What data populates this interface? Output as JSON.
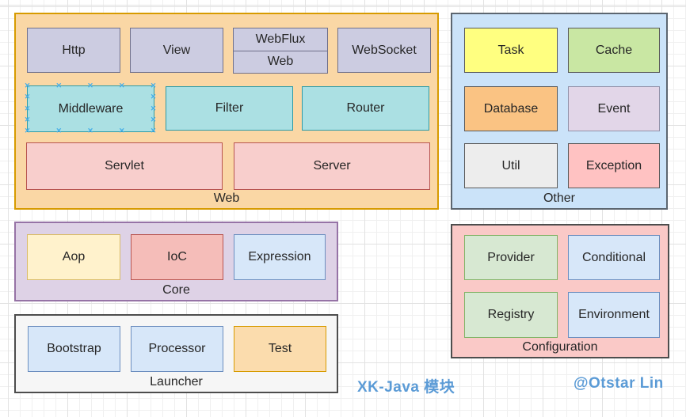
{
  "groups": {
    "web": {
      "label": "Web",
      "nodes": {
        "http": "Http",
        "view": "View",
        "webflux": "WebFlux",
        "web": "Web",
        "websocket": "WebSocket",
        "middleware": "Middleware",
        "filter": "Filter",
        "router": "Router",
        "servlet": "Servlet",
        "server": "Server"
      }
    },
    "other": {
      "label": "Other",
      "nodes": {
        "task": "Task",
        "cache": "Cache",
        "database": "Database",
        "event": "Event",
        "util": "Util",
        "exception": "Exception"
      }
    },
    "core": {
      "label": "Core",
      "nodes": {
        "aop": "Aop",
        "ioc": "IoC",
        "expression": "Expression"
      }
    },
    "launcher": {
      "label": "Launcher",
      "nodes": {
        "bootstrap": "Bootstrap",
        "processor": "Processor",
        "test": "Test"
      }
    },
    "configuration": {
      "label": "Configuration",
      "nodes": {
        "provider": "Provider",
        "conditional": "Conditional",
        "registry": "Registry",
        "environment": "Environment"
      }
    }
  },
  "annotations": {
    "title": "XK-Java 模块",
    "signature": "@Otstar Lin"
  },
  "selection": {
    "selected_node": "Middleware",
    "edge_fractions": [
      0.25,
      0.5,
      0.75
    ],
    "handle_glyph": "✕",
    "handle_color": "#45AEE8"
  },
  "colors": {
    "web_container_fill": "#FAD7A5",
    "web_container_border": "#D79B00",
    "other_container_fill": "#CBE3F9",
    "other_container_border": "#5C6670",
    "core_container_fill": "#DED2E6",
    "core_container_border": "#9673A6",
    "launcher_container_fill": "#F6F6F6",
    "launcher_container_border": "#4D4D4D",
    "config_container_fill": "#FAC9C7",
    "config_container_border": "#4D4D4D",
    "lavender_fill": "#CCCCE1",
    "teal_fill": "#ABE0E3",
    "red_fill": "#F8CECC",
    "yellow_fill": "#FFFF80",
    "lime_fill": "#C9E7A3",
    "orange_fill": "#FAC383",
    "purple_fill": "#E2D6E8",
    "gray_fill": "#EDEDED",
    "pink_fill": "#FFC2C2",
    "cream_fill": "#FFF2CC",
    "salmon_fill": "#F5BDB9",
    "blue_fill": "#D7E7F9",
    "tan_fill": "#FBDCAD",
    "green_fill": "#D7E8D2",
    "annotation_text": "#5B9BD6",
    "grid_line": "#F0F0F0"
  }
}
